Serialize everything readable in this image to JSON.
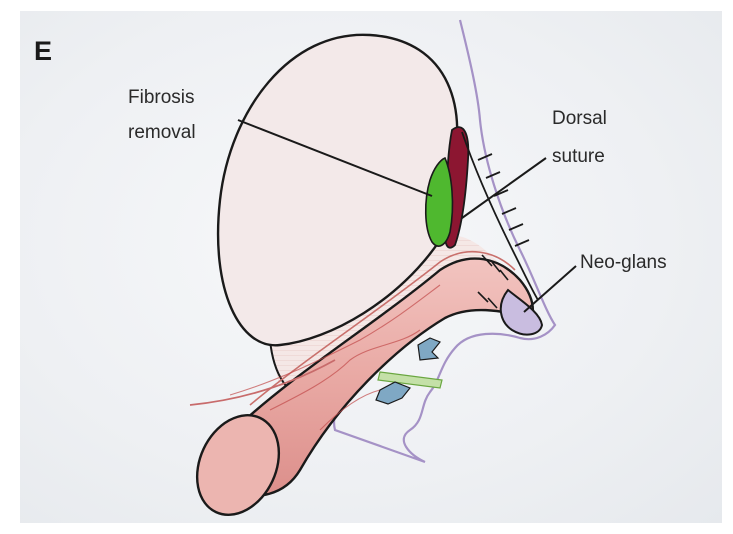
{
  "figure": {
    "panel_letter": "E",
    "labels": {
      "fibrosis_line1": "Fibrosis",
      "fibrosis_line2": "removal",
      "dorsal_line1": "Dorsal",
      "dorsal_line2": "suture",
      "neoglans": "Neo-glans"
    },
    "colors": {
      "background": "#eef0f3",
      "bladder_fill": "#f3e9e9",
      "tube_fill": "#e8a9a4",
      "green_fibrosis": "#4fb82f",
      "dorsal_suture": "#8c1631",
      "outline_purple": "#a592c6",
      "vessel_blue": "#7fa8c4",
      "vessel_green": "#a9cf8c"
    }
  }
}
